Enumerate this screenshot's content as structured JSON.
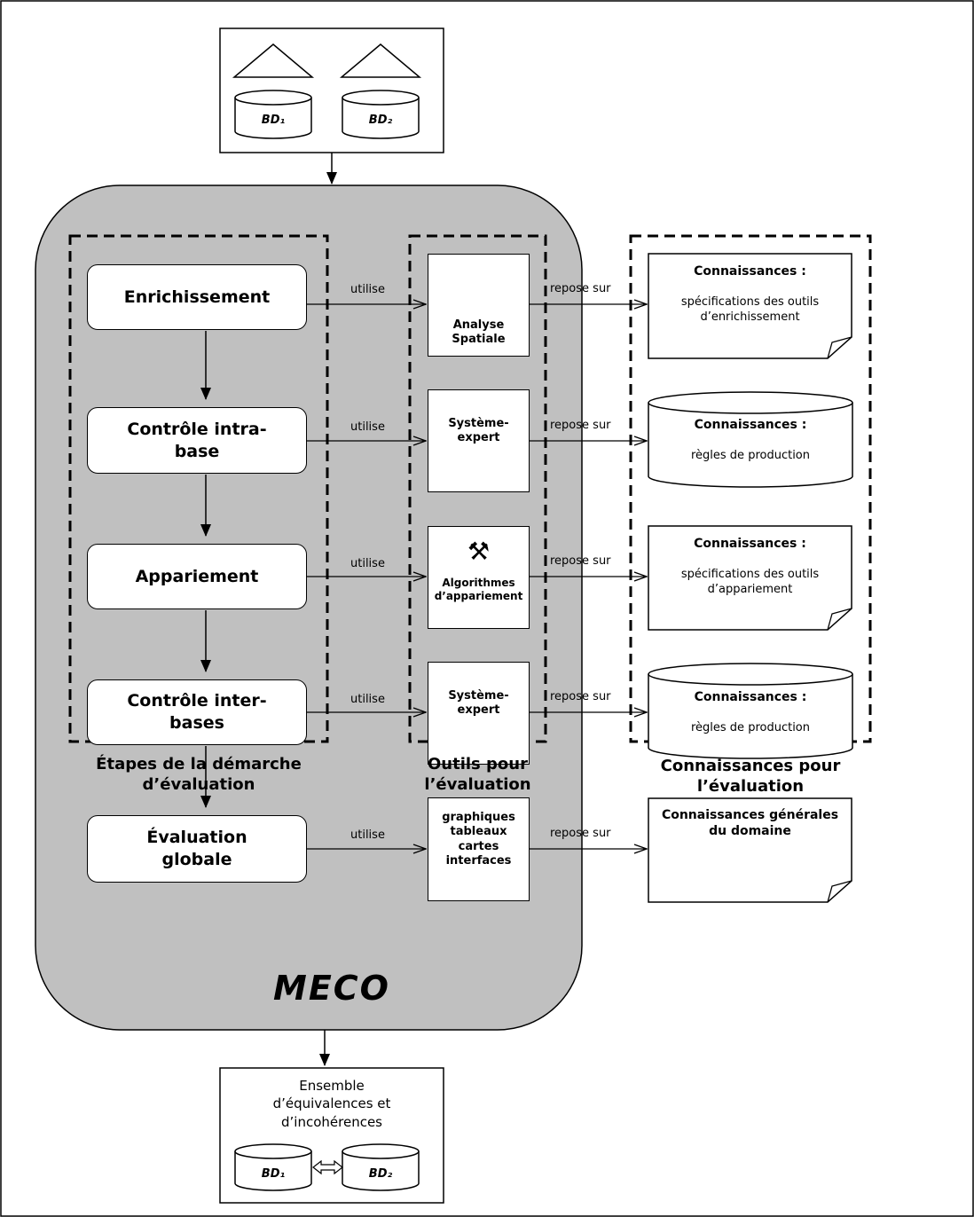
{
  "input_databases": [
    "BD₁",
    "BD₂"
  ],
  "system_name": "MECO",
  "columns": {
    "steps_caption": "Étapes de la démarche\nd’évaluation",
    "tools_caption": "Outils pour\nl’évaluation",
    "knowledge_caption": "Connaissances pour\nl’évaluation"
  },
  "relations": {
    "uses": "utilise",
    "relies_on": "repose sur"
  },
  "steps": [
    {
      "label": "Enrichissement"
    },
    {
      "label": "Contrôle intra-\nbase"
    },
    {
      "label": "Appariement"
    },
    {
      "label": "Contrôle inter-\nbases"
    },
    {
      "label": "Évaluation\nglobale"
    }
  ],
  "tools": [
    {
      "label": "Analyse\nSpatiale",
      "icon": "network-graph-icon"
    },
    {
      "label": "Système-\nexpert"
    },
    {
      "label": "Algorithmes\nd’appariement",
      "icon": "tools-icon"
    },
    {
      "label": "Système-\nexpert"
    },
    {
      "label": "graphiques\ntableaux\ncartes\ninterfaces"
    }
  ],
  "knowledge": [
    {
      "shape": "document",
      "title": "Connaissances :",
      "body": "spécifications des outils\nd’enrichissement"
    },
    {
      "shape": "cylinder",
      "title": "Connaissances :",
      "body": "règles de production"
    },
    {
      "shape": "document",
      "title": "Connaissances :",
      "body": "spécifications des outils\nd’appariement"
    },
    {
      "shape": "cylinder",
      "title": "Connaissances :",
      "body": "règles de production"
    },
    {
      "shape": "document",
      "title": "Connaissances générales\ndu domaine",
      "body": ""
    }
  ],
  "output": {
    "label": "Ensemble\nd’équivalences et\nd’incohérences",
    "databases": [
      "BD₁",
      "BD₂"
    ]
  },
  "icons": [
    "triangle-icon",
    "database-icon",
    "network-graph-icon",
    "tools-icon",
    "arrow-icon"
  ],
  "colors": {
    "meco_fill": "#c0c0c0",
    "line": "#000000",
    "box_fill": "#ffffff"
  }
}
